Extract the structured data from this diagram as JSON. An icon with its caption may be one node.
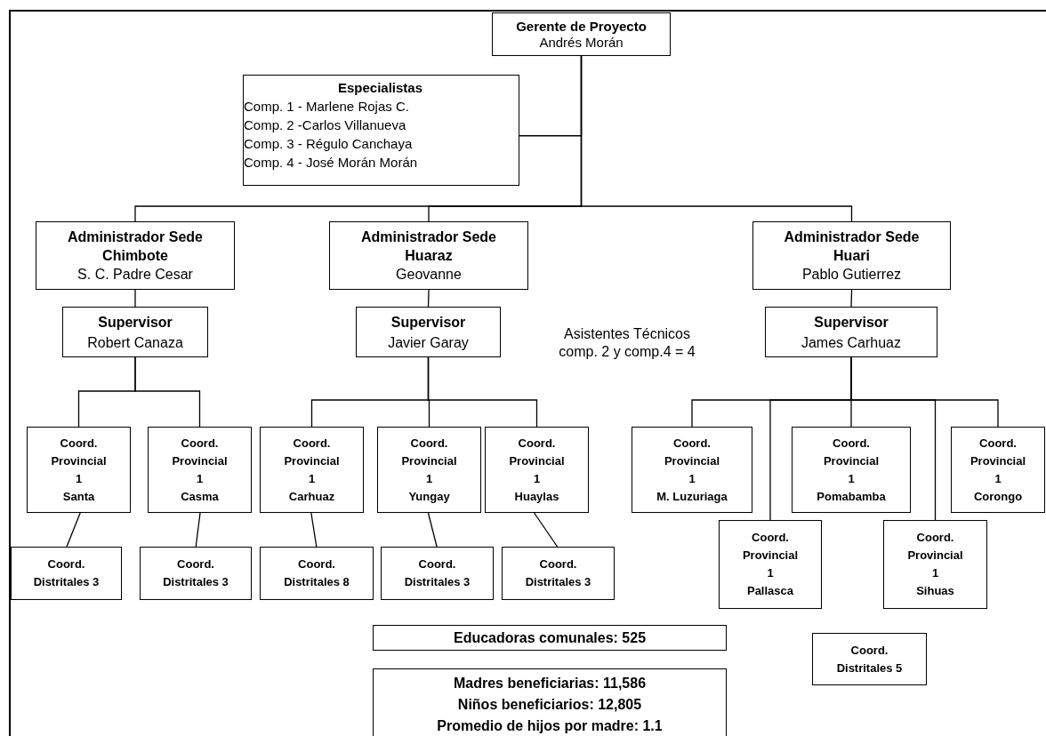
{
  "diagram": {
    "nodes": [
      {
        "text": [
          "Gerente de Proyecto",
          "Andrés Morán"
        ]
      },
      {
        "text": [
          "Especialistas",
          "Comp. 1 - Marlene Rojas C.",
          "Comp. 2 -Carlos Villanueva",
          "Comp. 3 - Régulo Canchaya",
          "Comp. 4 - José Morán Morán"
        ]
      },
      {
        "text": [
          "Administrador Sede Chimbote",
          "S. C. Padre Cesar"
        ]
      },
      {
        "text": [
          "Administrador Sede Huaraz",
          "Geovanne"
        ]
      },
      {
        "text": [
          "Administrador Sede Huari",
          "Pablo Gutierrez"
        ]
      },
      {
        "text": [
          "Supervisor",
          "Robert Canaza"
        ]
      },
      {
        "text": [
          "Supervisor",
          "Javier Garay"
        ]
      },
      {
        "text": [
          "Supervisor",
          "James Carhuaz"
        ]
      },
      {
        "text": [
          "Coord.",
          "Provincial",
          "1",
          "Santa"
        ]
      },
      {
        "text": [
          "Coord.",
          "Provincial",
          "1",
          "Casma"
        ]
      },
      {
        "text": [
          "Coord.",
          "Provincial",
          "1",
          "Carhuaz"
        ]
      },
      {
        "text": [
          "Coord.",
          "Provincial",
          "1",
          "Yungay"
        ]
      },
      {
        "text": [
          "Coord.",
          "Provincial",
          "1",
          "Huaylas"
        ]
      },
      {
        "text": [
          "Coord.",
          "Provincial",
          "1",
          "M. Luzuriaga"
        ]
      },
      {
        "text": [
          "Coord.",
          "Provincial",
          "1",
          "Pomabamba"
        ]
      },
      {
        "text": [
          "Coord.",
          "Provincial",
          "1",
          "Corongo"
        ]
      },
      {
        "text": [
          "Coord.",
          "Provincial",
          "1",
          "Pallasca"
        ]
      },
      {
        "text": [
          "Coord.",
          "Provincial",
          "1",
          "Sihuas"
        ]
      },
      {
        "text": [
          "Coord.",
          "Distritales 3"
        ]
      },
      {
        "text": [
          "Coord.",
          "Distritales 3"
        ]
      },
      {
        "text": [
          "Coord.",
          "Distritales 8"
        ]
      },
      {
        "text": [
          "Coord.",
          "Distritales 3"
        ]
      },
      {
        "text": [
          "Coord.",
          "Distritales 3"
        ]
      },
      {
        "text": [
          "Coord.",
          "Distritales 5"
        ]
      },
      {
        "text": [
          "Educadoras comunales: 525"
        ]
      },
      {
        "text": [
          "Madres beneficiarias: 11,586",
          "Niños beneficiarios: 12,805",
          "Promedio de hijos por madre: 1.1"
        ]
      }
    ],
    "edges": [
      {
        "from": 0,
        "to": 1,
        "arrow": "none"
      },
      {
        "from": 0,
        "to": 2,
        "arrow": "none"
      },
      {
        "from": 0,
        "to": 3,
        "arrow": "none"
      },
      {
        "from": 0,
        "to": 4,
        "arrow": "none"
      },
      {
        "from": 2,
        "to": 5,
        "arrow": "none"
      },
      {
        "from": 3,
        "to": 6,
        "arrow": "none"
      },
      {
        "from": 4,
        "to": 7,
        "arrow": "none"
      },
      {
        "from": 5,
        "to": 8,
        "arrow": "none"
      },
      {
        "from": 5,
        "to": 9,
        "arrow": "none"
      },
      {
        "from": 6,
        "to": 10,
        "arrow": "none"
      },
      {
        "from": 6,
        "to": 11,
        "arrow": "none"
      },
      {
        "from": 6,
        "to": 12,
        "arrow": "none"
      },
      {
        "from": 7,
        "to": 13,
        "arrow": "none"
      },
      {
        "from": 7,
        "to": 16,
        "arrow": "none"
      },
      {
        "from": 7,
        "to": 14,
        "arrow": "none"
      },
      {
        "from": 7,
        "to": 17,
        "arrow": "none"
      },
      {
        "from": 7,
        "to": 15,
        "arrow": "none"
      },
      {
        "from": 8,
        "to": 18,
        "arrow": "none"
      },
      {
        "from": 9,
        "to": 19,
        "arrow": "none"
      },
      {
        "from": 10,
        "to": 20,
        "arrow": "none"
      },
      {
        "from": 11,
        "to": 21,
        "arrow": "none"
      },
      {
        "from": 12,
        "to": 22,
        "arrow": "none"
      }
    ],
    "labels": [
      "Asistentes Técnicos comp. 2 y comp.4 = 4"
    ]
  }
}
